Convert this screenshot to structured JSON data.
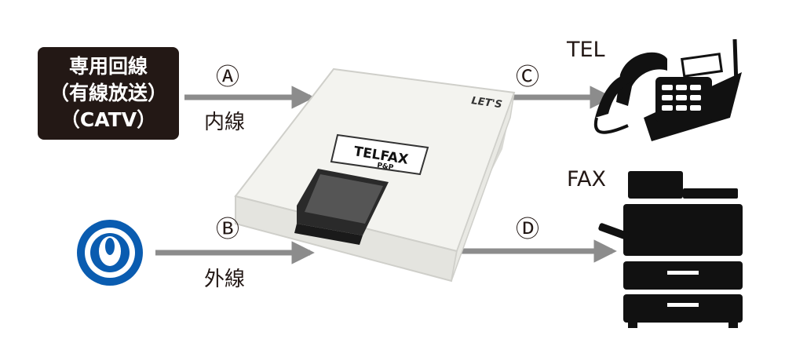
{
  "source_box": {
    "lines": [
      "専用回線",
      "（有線放送）",
      "（CATV）"
    ]
  },
  "connections": {
    "a": {
      "marker": "Ⓐ",
      "label": "内線"
    },
    "b": {
      "marker": "Ⓑ",
      "label": "外線"
    },
    "c": {
      "marker": "Ⓒ"
    },
    "d": {
      "marker": "Ⓓ"
    }
  },
  "device": {
    "brand": "LET'S",
    "model": "TELFAX",
    "sub": "P&P"
  },
  "outputs": {
    "tel": "TEL",
    "fax": "FAX"
  },
  "colors": {
    "arrow": "#8c8c8c",
    "box": "#231815",
    "ntt_logo": "#0a5cb0",
    "device_body": "#f3f3ef",
    "icon": "#111111"
  },
  "icons": [
    "ntt-logo-icon",
    "telephone-icon",
    "fax-machine-icon"
  ]
}
